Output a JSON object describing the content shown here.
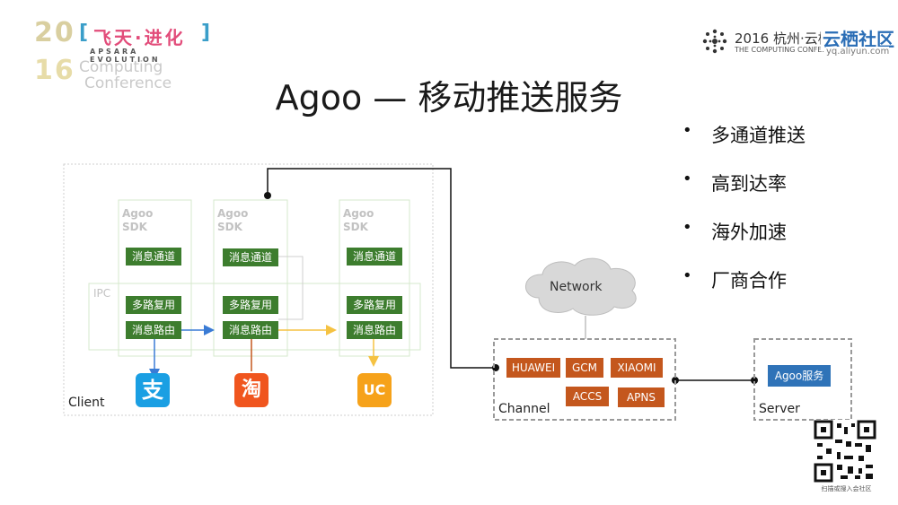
{
  "header": {
    "event_year_top": "20",
    "event_year_bottom": "16",
    "event_slogan_cn": "飞天·进化",
    "event_slogan_en": "APSARA EVOLUTION",
    "event_sub_1": "Computing",
    "event_sub_2": "Conference",
    "right_logo_text": "2016 杭州·云栖大会",
    "right_logo_overlay": "云栖社区",
    "right_logo_en": "THE COMPUTING CONFERENCE",
    "right_logo_url": "yq.aliyun.com"
  },
  "title": "Agoo — 移动推送服务",
  "bullets": [
    "多通道推送",
    "高到达率",
    "海外加速",
    "厂商合作"
  ],
  "diagram": {
    "client_label": "Client",
    "ipc_label": "IPC",
    "sdk_label_1": "Agoo",
    "sdk_label_2": "SDK",
    "sdk_boxes": [
      {
        "top": "消息通道",
        "mid": "多路复用",
        "bottom": "消息路由"
      },
      {
        "top": "消息通道",
        "mid": "多路复用",
        "bottom": "消息路由"
      },
      {
        "top": "消息通道",
        "mid": "多路复用",
        "bottom": "消息路由"
      }
    ],
    "apps": [
      {
        "glyph": "支",
        "color": "#1a9fe3",
        "icon": "alipay-icon"
      },
      {
        "glyph": "淘",
        "color": "#f0551e",
        "icon": "taobao-icon"
      },
      {
        "glyph": "UC",
        "color": "#f6a21a",
        "icon": "uc-browser-icon"
      }
    ],
    "network_label": "Network",
    "channel_label": "Channel",
    "channels": [
      "HUAWEI",
      "GCM",
      "XIAOMI",
      "ACCS",
      "APNS"
    ],
    "server_label": "Server",
    "server_service": "Agoo服务",
    "colors": {
      "green": "#3d7d2e",
      "orange": "#c4571d",
      "blue": "#2f73b8",
      "arrow_blue": "#3a7bd5",
      "arrow_yellow": "#f5c242"
    }
  },
  "qr_caption": "扫描或搜入会社区"
}
